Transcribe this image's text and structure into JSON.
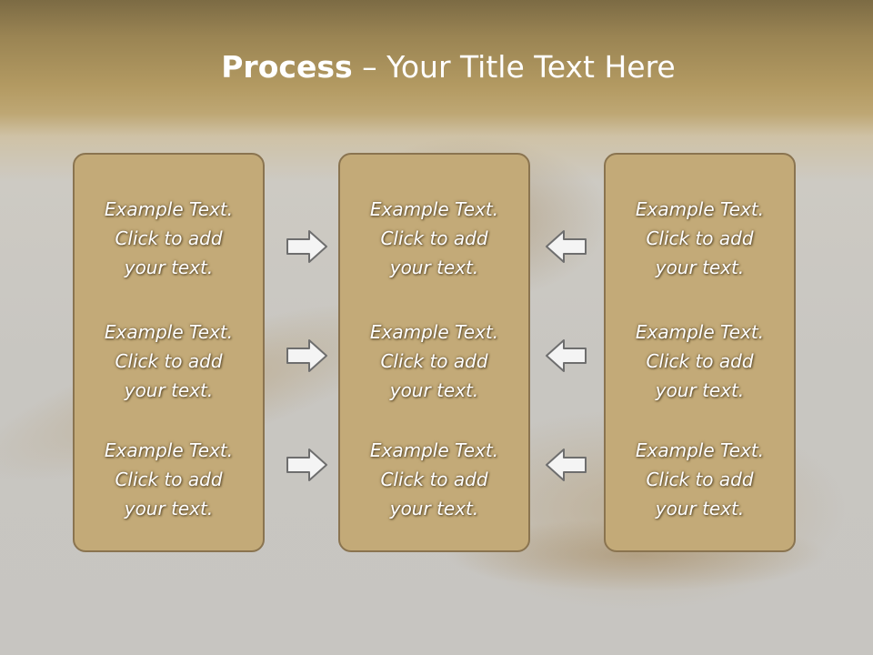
{
  "title": {
    "bold": "Process",
    "rest": " – Your Title Text Here"
  },
  "columns": [
    {
      "items": [
        {
          "l1": "Example Text.",
          "l2": "Click  to add",
          "l3": "your text."
        },
        {
          "l1": "Example Text.",
          "l2": "Click  to add",
          "l3": "your text."
        },
        {
          "l1": "Example Text.",
          "l2": "Click  to add",
          "l3": "your text."
        }
      ]
    },
    {
      "items": [
        {
          "l1": "Example Text.",
          "l2": "Click  to add",
          "l3": "your text."
        },
        {
          "l1": "Example Text.",
          "l2": "Click  to add",
          "l3": "your text."
        },
        {
          "l1": "Example Text.",
          "l2": "Click  to add",
          "l3": "your text."
        }
      ]
    },
    {
      "items": [
        {
          "l1": "Example Text.",
          "l2": "Click  to add",
          "l3": "your text."
        },
        {
          "l1": "Example Text.",
          "l2": "Click  to add",
          "l3": "your text."
        },
        {
          "l1": "Example Text.",
          "l2": "Click  to add",
          "l3": "your text."
        }
      ]
    }
  ],
  "arrows": {
    "left_group": "right-arrow-icon",
    "right_group": "left-arrow-icon"
  },
  "colors": {
    "panel_fill": "#c3aa78",
    "panel_border": "#8a7450",
    "title_band": "#b39a62",
    "background": "#c8c6c2",
    "arrow_fill": "#f4f4f4",
    "arrow_stroke": "#6e6e6e"
  }
}
